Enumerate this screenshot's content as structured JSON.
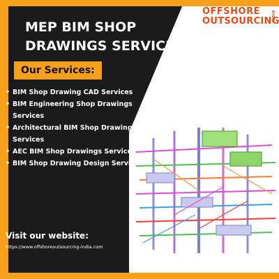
{
  "brand": {
    "line1": "OFFSHORE",
    "line2": "OUTSOURCING",
    "tag": "INDIA",
    "color": "#e84b17"
  },
  "colors": {
    "accent": "#f6a019",
    "background": "#1b1b1b",
    "text": "#ffffff"
  },
  "title": {
    "line1": "MEP BIM SHOP",
    "line2": "DRAWINGS SERVICES"
  },
  "services": {
    "heading": "Our Services:",
    "items": [
      {
        "label": "BIM Shop Drawing CAD Services"
      },
      {
        "label": "BIM Engineering Shop Drawings Services"
      },
      {
        "label": "Architectural BIM Shop Drawings Services"
      },
      {
        "label": "AEC BIM Shop Drawings Services"
      },
      {
        "label": "BIM Shop Drawing Design Services"
      }
    ]
  },
  "footer": {
    "visit_label": "Visit our website:",
    "url": "https://www.offshoreoutsourcing-india.com"
  },
  "illustration": {
    "icon": "mep-3d-model-illustration"
  }
}
